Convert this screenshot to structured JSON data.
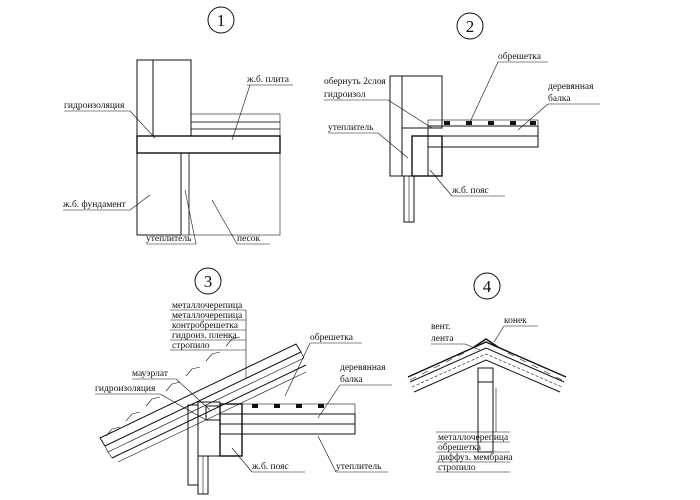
{
  "diagrams": [
    {
      "number": "1",
      "labels": {
        "slab": "ж.б. плита",
        "waterproofing": "гидроизоляция",
        "foundation": "ж.б. фундамент",
        "insulation": "утеплитель",
        "sand": "песок"
      }
    },
    {
      "number": "2",
      "labels": {
        "lathing": "обрешетка",
        "wrap_line1": "обернуть 2слоя",
        "wrap_line2": "гидроизол",
        "beam_line1": "деревянная",
        "beam_line2": "балка",
        "insulation": "утеплитель",
        "belt": "ж.б. пояс"
      }
    },
    {
      "number": "3",
      "layers": [
        "металлочерепица",
        "металлочерепица",
        "контробрешетка",
        "гидроиз. пленка",
        "стропило"
      ],
      "labels": {
        "lathing": "обрешетка",
        "mauerlat": "мауэрлат",
        "waterproofing": "гидроизоляция",
        "beam_line1": "деревянная",
        "beam_line2": "балка",
        "belt": "ж.б. пояс",
        "insulation": "утеплитель"
      }
    },
    {
      "number": "4",
      "labels": {
        "vent_line1": "вент.",
        "vent_line2": "лента",
        "ridge": "конек"
      },
      "layers": [
        "металлочерепица",
        "обрешетка",
        "диффуз. мембрана",
        "стропило"
      ]
    }
  ]
}
